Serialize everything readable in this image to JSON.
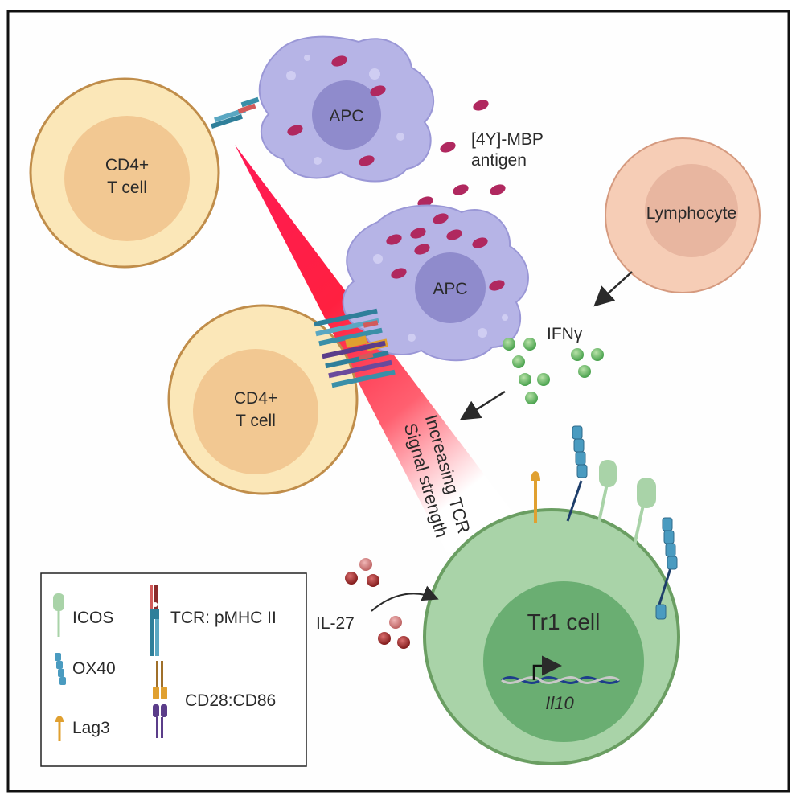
{
  "cells": {
    "cd4_top": {
      "line1": "CD4+",
      "line2": "T cell"
    },
    "cd4_mid": {
      "line1": "CD4+",
      "line2": "T cell"
    },
    "apc_top": {
      "label": "APC"
    },
    "apc_mid": {
      "label": "APC"
    },
    "lymphocyte": {
      "label": "Lymphocyte"
    },
    "tr1": {
      "label": "Tr1 cell",
      "gene": "Il10"
    }
  },
  "antigen": {
    "line1": "[4Y]-MBP",
    "line2": "antigen"
  },
  "cytokines": {
    "ifn": "IFNγ",
    "il27": "IL-27"
  },
  "gradient": {
    "line1": "Increasing TCR",
    "line2": "Signal strength"
  },
  "legend": {
    "icos": "ICOS",
    "ox40": "OX40",
    "lag3": "Lag3",
    "tcr": "TCR: pMHC II",
    "cd28": "CD28:CD86"
  },
  "colors": {
    "tcell_fill": "#fbe7b8",
    "tcell_border": "#c08d4a",
    "tcell_nucleus": "#f2c892",
    "apc_fill": "#b6b4e6",
    "apc_nucleus": "#8f8bcc",
    "antigen": "#b0285f",
    "lymphocyte_fill": "#f6cdb6",
    "ifn_green": "#5db35a",
    "il27_red": "#9b2a2a",
    "tr1_fill": "#a9d3a8",
    "tr1_border": "#6a9e62",
    "tr1_nucleus": "#6aae72",
    "gradient_red": "#ff1a4a"
  }
}
